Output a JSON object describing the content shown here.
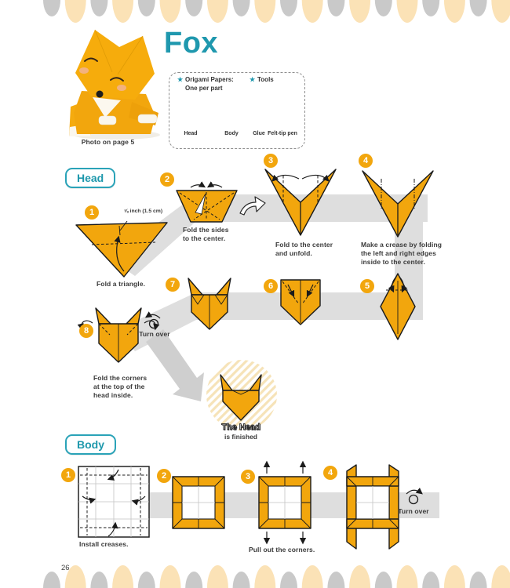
{
  "colors": {
    "accent_teal": "#1F98AE",
    "paper_yellow": "#F2A60D",
    "band_gray": "#DEDEDE",
    "oval_cream": "#FBE2B6",
    "oval_gray": "#C9C9C9",
    "outline": "#1b1b1b",
    "caption_text": "#3A3A3A"
  },
  "page": {
    "number": "26"
  },
  "header": {
    "title": "Fox",
    "photo_caption": "Photo on page 5",
    "materials": {
      "papers_heading": "Origami Papers:",
      "papers_subheading": "One per part",
      "papers": [
        {
          "label": "Head"
        },
        {
          "label": "Body"
        }
      ],
      "tools_heading": "Tools",
      "tools": [
        {
          "label": "Glue"
        },
        {
          "label": "Felt-tip pen"
        }
      ]
    }
  },
  "head_section": {
    "badge": "Head",
    "step_numbers": [
      "1",
      "2",
      "3",
      "4",
      "5",
      "6",
      "7",
      "8"
    ],
    "step1_caption": "Fold a triangle.",
    "step1_note": "⅝ inch (1.5 cm)",
    "step2_caption": "Fold the sides\nto the center.",
    "step3_caption": "Fold to the center\nand unfold.",
    "step4_caption": "Make a crease by folding\nthe left and right edges\ninside to the center.",
    "step8_caption": "Fold the corners\nat the top of the\nhead inside.",
    "turn_over": "Turn over",
    "finished_title": "The Head",
    "finished_sub": "is finished"
  },
  "body_section": {
    "badge": "Body",
    "step_numbers": [
      "1",
      "2",
      "3",
      "4"
    ],
    "step1_caption": "Install creases.",
    "step3_caption": "Pull out the corners.",
    "turn_over": "Turn over"
  }
}
